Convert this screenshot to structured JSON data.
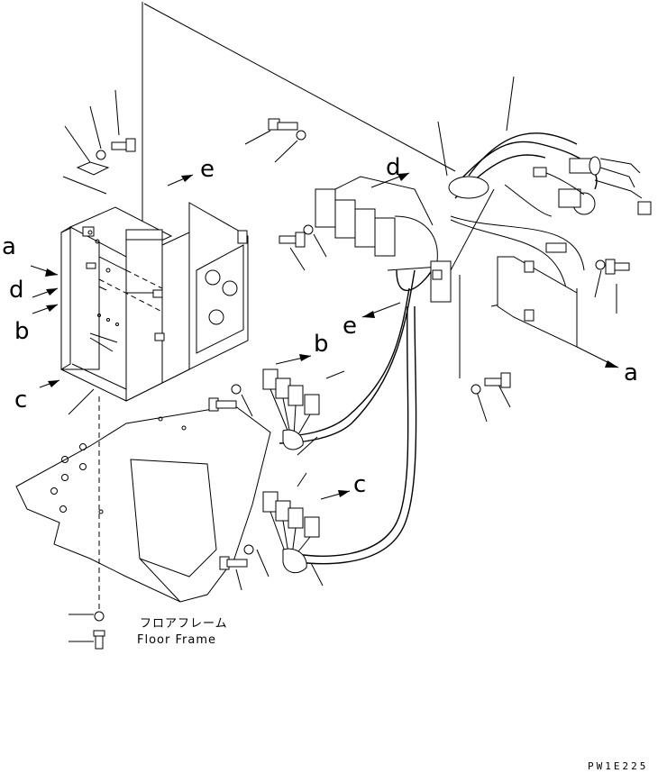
{
  "diagram": {
    "callouts": {
      "a_left": "a",
      "d_left": "d",
      "b_left": "b",
      "c_left": "c",
      "e_top": "e",
      "d_top": "d",
      "e_mid": "e",
      "b_mid": "b",
      "c_mid": "c",
      "a_right": "a"
    },
    "floor_frame_jp": "フロアフレーム",
    "floor_frame_en": "Floor Frame",
    "drawing_code": "PW1E225"
  },
  "colors": {
    "line": "#000000",
    "background": "#ffffff"
  }
}
